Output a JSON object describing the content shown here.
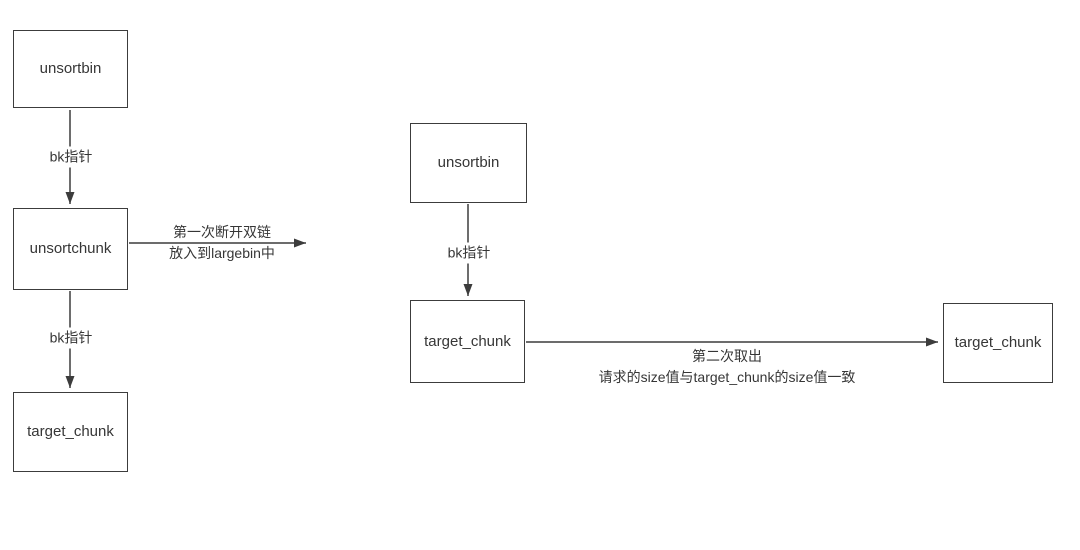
{
  "colors": {
    "background": "#ffffff",
    "line": "#3c3c3c",
    "text": "#363636"
  },
  "left_flow": {
    "unsortbin": {
      "label": "unsortbin"
    },
    "unsortchunk": {
      "label": "unsortchunk"
    },
    "target_chunk": {
      "label": "target_chunk"
    },
    "bk_arrow_top": {
      "label": "bk指针"
    },
    "bk_arrow_bottom": {
      "label": "bk指针"
    },
    "detach_arrow": {
      "line1": "第一次断开双链",
      "line2": "放入到largebin中"
    }
  },
  "right_flow": {
    "unsortbin": {
      "label": "unsortbin"
    },
    "target_chunk_src": {
      "label": "target_chunk"
    },
    "target_chunk_dst": {
      "label": "target_chunk"
    },
    "bk_arrow": {
      "label": "bk指针"
    },
    "extract_arrow": {
      "line1": "第二次取出",
      "line2": "请求的size值与target_chunk的size值一致"
    }
  }
}
